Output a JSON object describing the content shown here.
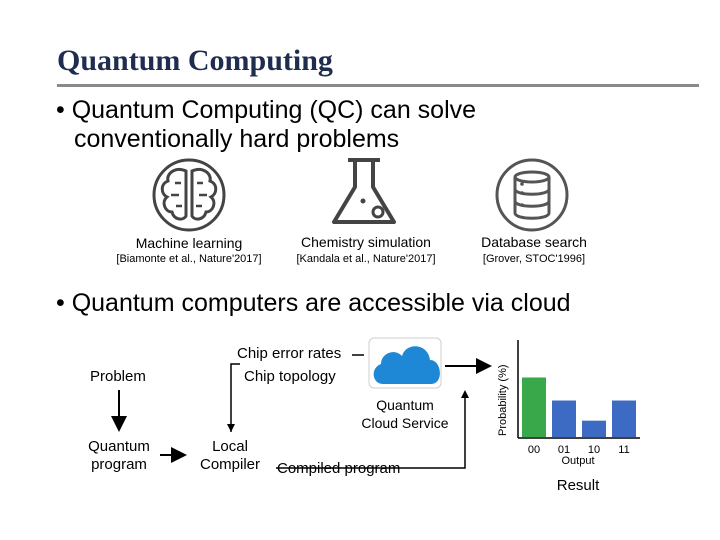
{
  "slide": {
    "title": "Quantum Computing",
    "bullet1_line1": "• Quantum Computing (QC) can solve",
    "bullet1_line2": "conventionally hard problems",
    "bullet2": "• Quantum computers are accessible via cloud"
  },
  "applications": [
    {
      "label": "Machine learning",
      "ref": "[Biamonte et al., Nature'2017]",
      "icon": "brain-icon"
    },
    {
      "label": "Chemistry simulation",
      "ref": "[Kandala et al., Nature'2017]",
      "icon": "flask-icon"
    },
    {
      "label": "Database search",
      "ref": "[Grover, STOC'1996]",
      "icon": "database-icon"
    }
  ],
  "diagram": {
    "problem": "Problem",
    "quantum_program_line1": "Quantum",
    "quantum_program_line2": "program",
    "local_compiler_line1": "Local",
    "local_compiler_line2": "Compiler",
    "compiled_program": "Compiled program",
    "chip_error_rates": "Chip error rates",
    "chip_topology": "Chip topology",
    "cloud_line1": "Quantum",
    "cloud_line2": "Cloud Service",
    "cloud_icon": "cloud-icon",
    "cloud_color": "#1e88d6"
  },
  "chart_data": {
    "type": "bar",
    "categories": [
      "00",
      "01",
      "10",
      "11"
    ],
    "values": [
      0.62,
      0.38,
      0.17,
      0.38
    ],
    "ylabel": "Probability (%)",
    "xlabel": "Output",
    "caption": "Result",
    "colors": [
      "#38a84a",
      "#3d6bc4",
      "#3d6bc4",
      "#3d6bc4"
    ]
  }
}
